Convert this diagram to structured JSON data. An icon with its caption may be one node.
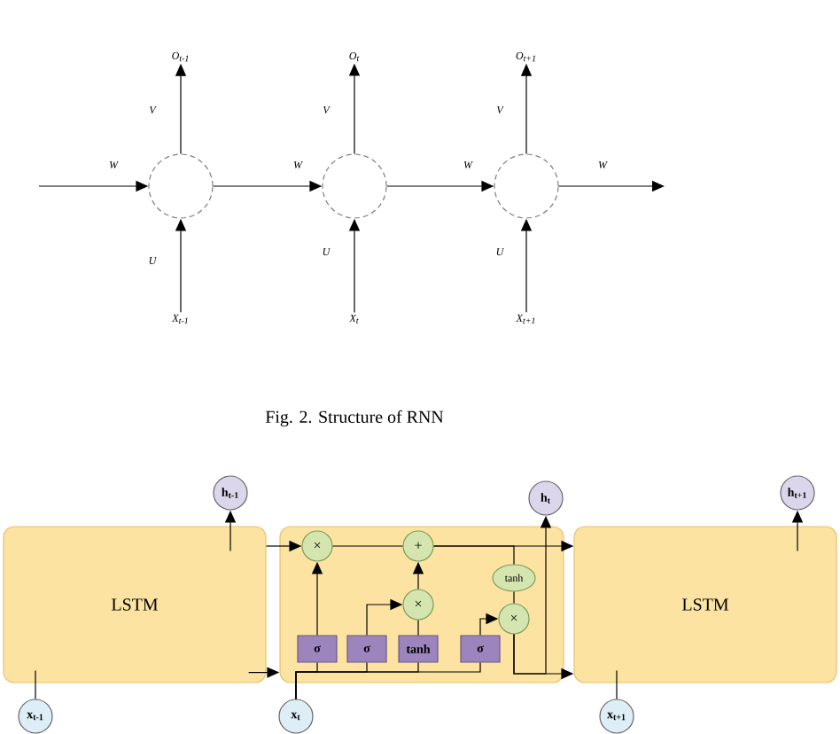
{
  "diagram": {
    "caption": "Fig. 2.   Structure of RNN",
    "nodes": [
      {
        "text": [
          "O$_{t-1}$"
        ]
      },
      {
        "text": [],
        "shape": "circle"
      },
      {
        "text": [
          "X$_{t-1}$"
        ]
      },
      {
        "text": [
          "O$_{t}$"
        ]
      },
      {
        "text": [],
        "shape": "circle"
      },
      {
        "text": [
          "X$_{t}$"
        ]
      },
      {
        "text": [
          "O$_{t+1}$"
        ]
      },
      {
        "text": [],
        "shape": "circle"
      },
      {
        "text": [
          "X$_{t+1}$"
        ]
      },
      {
        "text": [
          "LSTM"
        ]
      },
      {
        "text": [],
        "shape": "box"
      },
      {
        "text": [
          "LSTM"
        ]
      },
      {
        "text": [
          "h$_{t-1}$"
        ]
      },
      {
        "text": [
          "h$_{t}$"
        ]
      },
      {
        "text": [
          "h$_{t+1}$"
        ]
      },
      {
        "text": [
          "x$_{t-1}$"
        ]
      },
      {
        "text": [
          "x$_{t}$"
        ]
      },
      {
        "text": [
          "x$_{t+1}$"
        ]
      },
      {
        "text": [
          "×"
        ],
        "in": 10
      },
      {
        "text": [
          "+"
        ],
        "in": 10
      },
      {
        "text": [
          "×"
        ],
        "in": 10
      },
      {
        "text": [
          "tanh"
        ],
        "in": 10
      },
      {
        "text": [
          "×"
        ],
        "in": 10
      },
      {
        "text": [
          "σ"
        ],
        "in": 10
      },
      {
        "text": [
          "σ"
        ],
        "in": 10
      },
      {
        "text": [
          "tanh"
        ],
        "in": 10
      },
      {
        "text": [
          "σ"
        ],
        "in": 10
      }
    ],
    "edges": [
      {
        "from": null,
        "to": 1,
        "arrow": "to",
        "label": "W"
      },
      {
        "from": 2,
        "to": 1,
        "arrow": "to",
        "label": "U"
      },
      {
        "from": 1,
        "to": 0,
        "arrow": "to",
        "label": "V"
      },
      {
        "from": 1,
        "to": 4,
        "arrow": "to",
        "label": "W"
      },
      {
        "from": 5,
        "to": 4,
        "arrow": "to",
        "label": "U"
      },
      {
        "from": 4,
        "to": 3,
        "arrow": "to",
        "label": "V"
      },
      {
        "from": 4,
        "to": 7,
        "arrow": "to",
        "label": "W"
      },
      {
        "from": 8,
        "to": 7,
        "arrow": "to",
        "label": "U"
      },
      {
        "from": 7,
        "to": 6,
        "arrow": "to",
        "label": "V"
      },
      {
        "from": 7,
        "to": null,
        "arrow": "to",
        "label": "W"
      },
      {
        "from": 9,
        "to": 12,
        "arrow": "to"
      },
      {
        "from": 15,
        "to": 9,
        "arrow": "none"
      },
      {
        "from": 9,
        "to": 18,
        "arrow": "to"
      },
      {
        "from": 9,
        "to": 10,
        "arrow": "to"
      },
      {
        "from": 16,
        "to": 23,
        "arrow": "none"
      },
      {
        "from": 16,
        "to": 24,
        "arrow": "none"
      },
      {
        "from": 16,
        "to": 25,
        "arrow": "none"
      },
      {
        "from": 16,
        "to": 26,
        "arrow": "none"
      },
      {
        "from": 23,
        "to": 18,
        "arrow": "to"
      },
      {
        "from": 18,
        "to": 19,
        "arrow": "none"
      },
      {
        "from": 24,
        "to": 20,
        "arrow": "to"
      },
      {
        "from": 25,
        "to": 20,
        "arrow": "none"
      },
      {
        "from": 20,
        "to": 19,
        "arrow": "to"
      },
      {
        "from": 26,
        "to": 22,
        "arrow": "to"
      },
      {
        "from": 19,
        "to": 11,
        "arrow": "to"
      },
      {
        "from": 19,
        "to": 21,
        "arrow": "none"
      },
      {
        "from": 21,
        "to": 22,
        "arrow": "none"
      },
      {
        "from": 22,
        "to": 11,
        "arrow": "to"
      },
      {
        "from": 22,
        "to": 13,
        "arrow": "to"
      },
      {
        "from": 11,
        "to": 14,
        "arrow": "to"
      },
      {
        "from": 17,
        "to": 11,
        "arrow": "none"
      }
    ]
  }
}
